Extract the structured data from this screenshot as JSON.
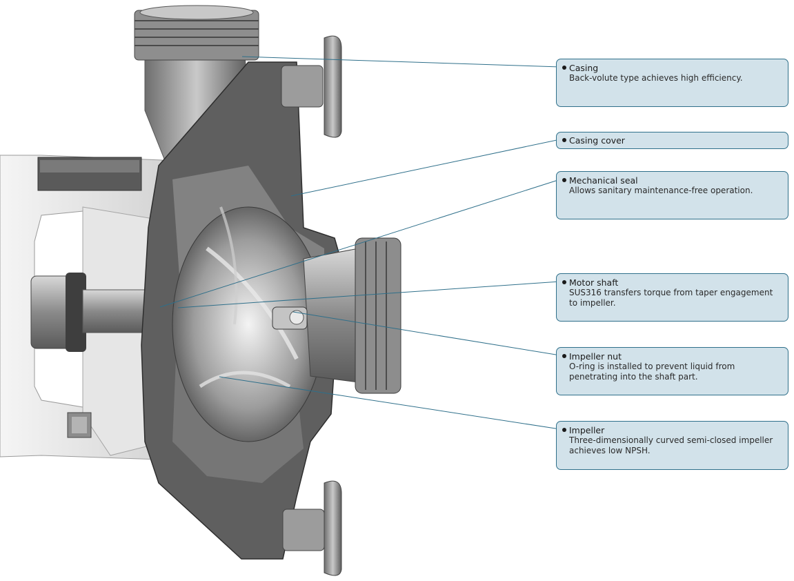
{
  "callouts": [
    {
      "id": "casing",
      "title": "Casing",
      "description": "Back-volute type achieves high efficiency."
    },
    {
      "id": "casing-cover",
      "title": "Casing cover",
      "description": ""
    },
    {
      "id": "mechanical-seal",
      "title": "Mechanical seal",
      "description": "Allows sanitary maintenance-free operation."
    },
    {
      "id": "motor-shaft",
      "title": "Motor shaft",
      "description": "SUS316 transfers torque from taper engagement to impeller."
    },
    {
      "id": "impeller-nut",
      "title": "Impeller nut",
      "description": "O-ring is installed to prevent liquid from penetrating into the shaft part."
    },
    {
      "id": "impeller",
      "title": "Impeller",
      "description": "Three-dimensionally curved semi-closed impeller achieves low NPSH."
    }
  ],
  "colors": {
    "callout_fill": "#d2e2ea",
    "callout_border": "#2e6f8a",
    "leader_line": "#2e6f8a",
    "metal_dark": "#4a4a4a",
    "metal_light": "#b9b9b9",
    "housing_white": "#ececec"
  }
}
